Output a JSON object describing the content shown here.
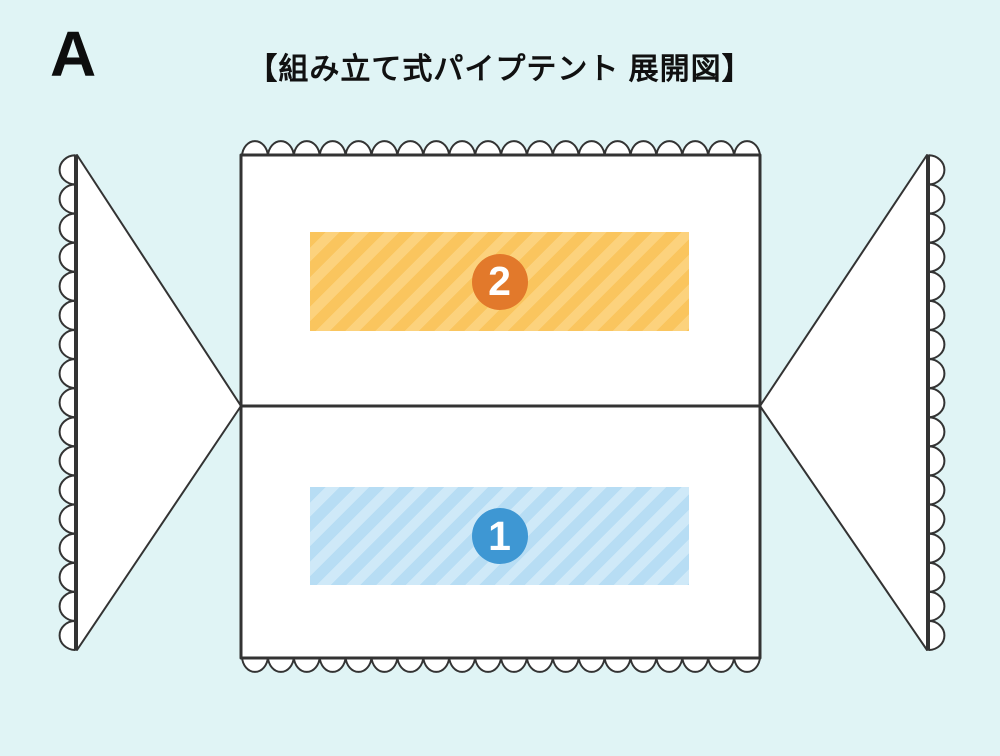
{
  "page": {
    "panel_label": "A",
    "title": "【組み立て式パイプテント 展開図】",
    "background_color": "#e0f4f5"
  },
  "diagram": {
    "description": "unfolded pattern of an assembly pipe tent: central scallop-edged canopy rectangle split by a fold line, with triangular end flaps left and right",
    "outline_color": "#333333",
    "fabric_color": "#ffffff",
    "parts": [
      {
        "badge": "1",
        "position": "bottom-half-band",
        "band_base": "#b7ddf4",
        "band_stripe": "#cfe9f8",
        "badge_color": "#3e97d3"
      },
      {
        "badge": "2",
        "position": "top-half-band",
        "band_base": "#fac55e",
        "band_stripe": "#fcd27d",
        "badge_color": "#e2792b"
      }
    ]
  }
}
